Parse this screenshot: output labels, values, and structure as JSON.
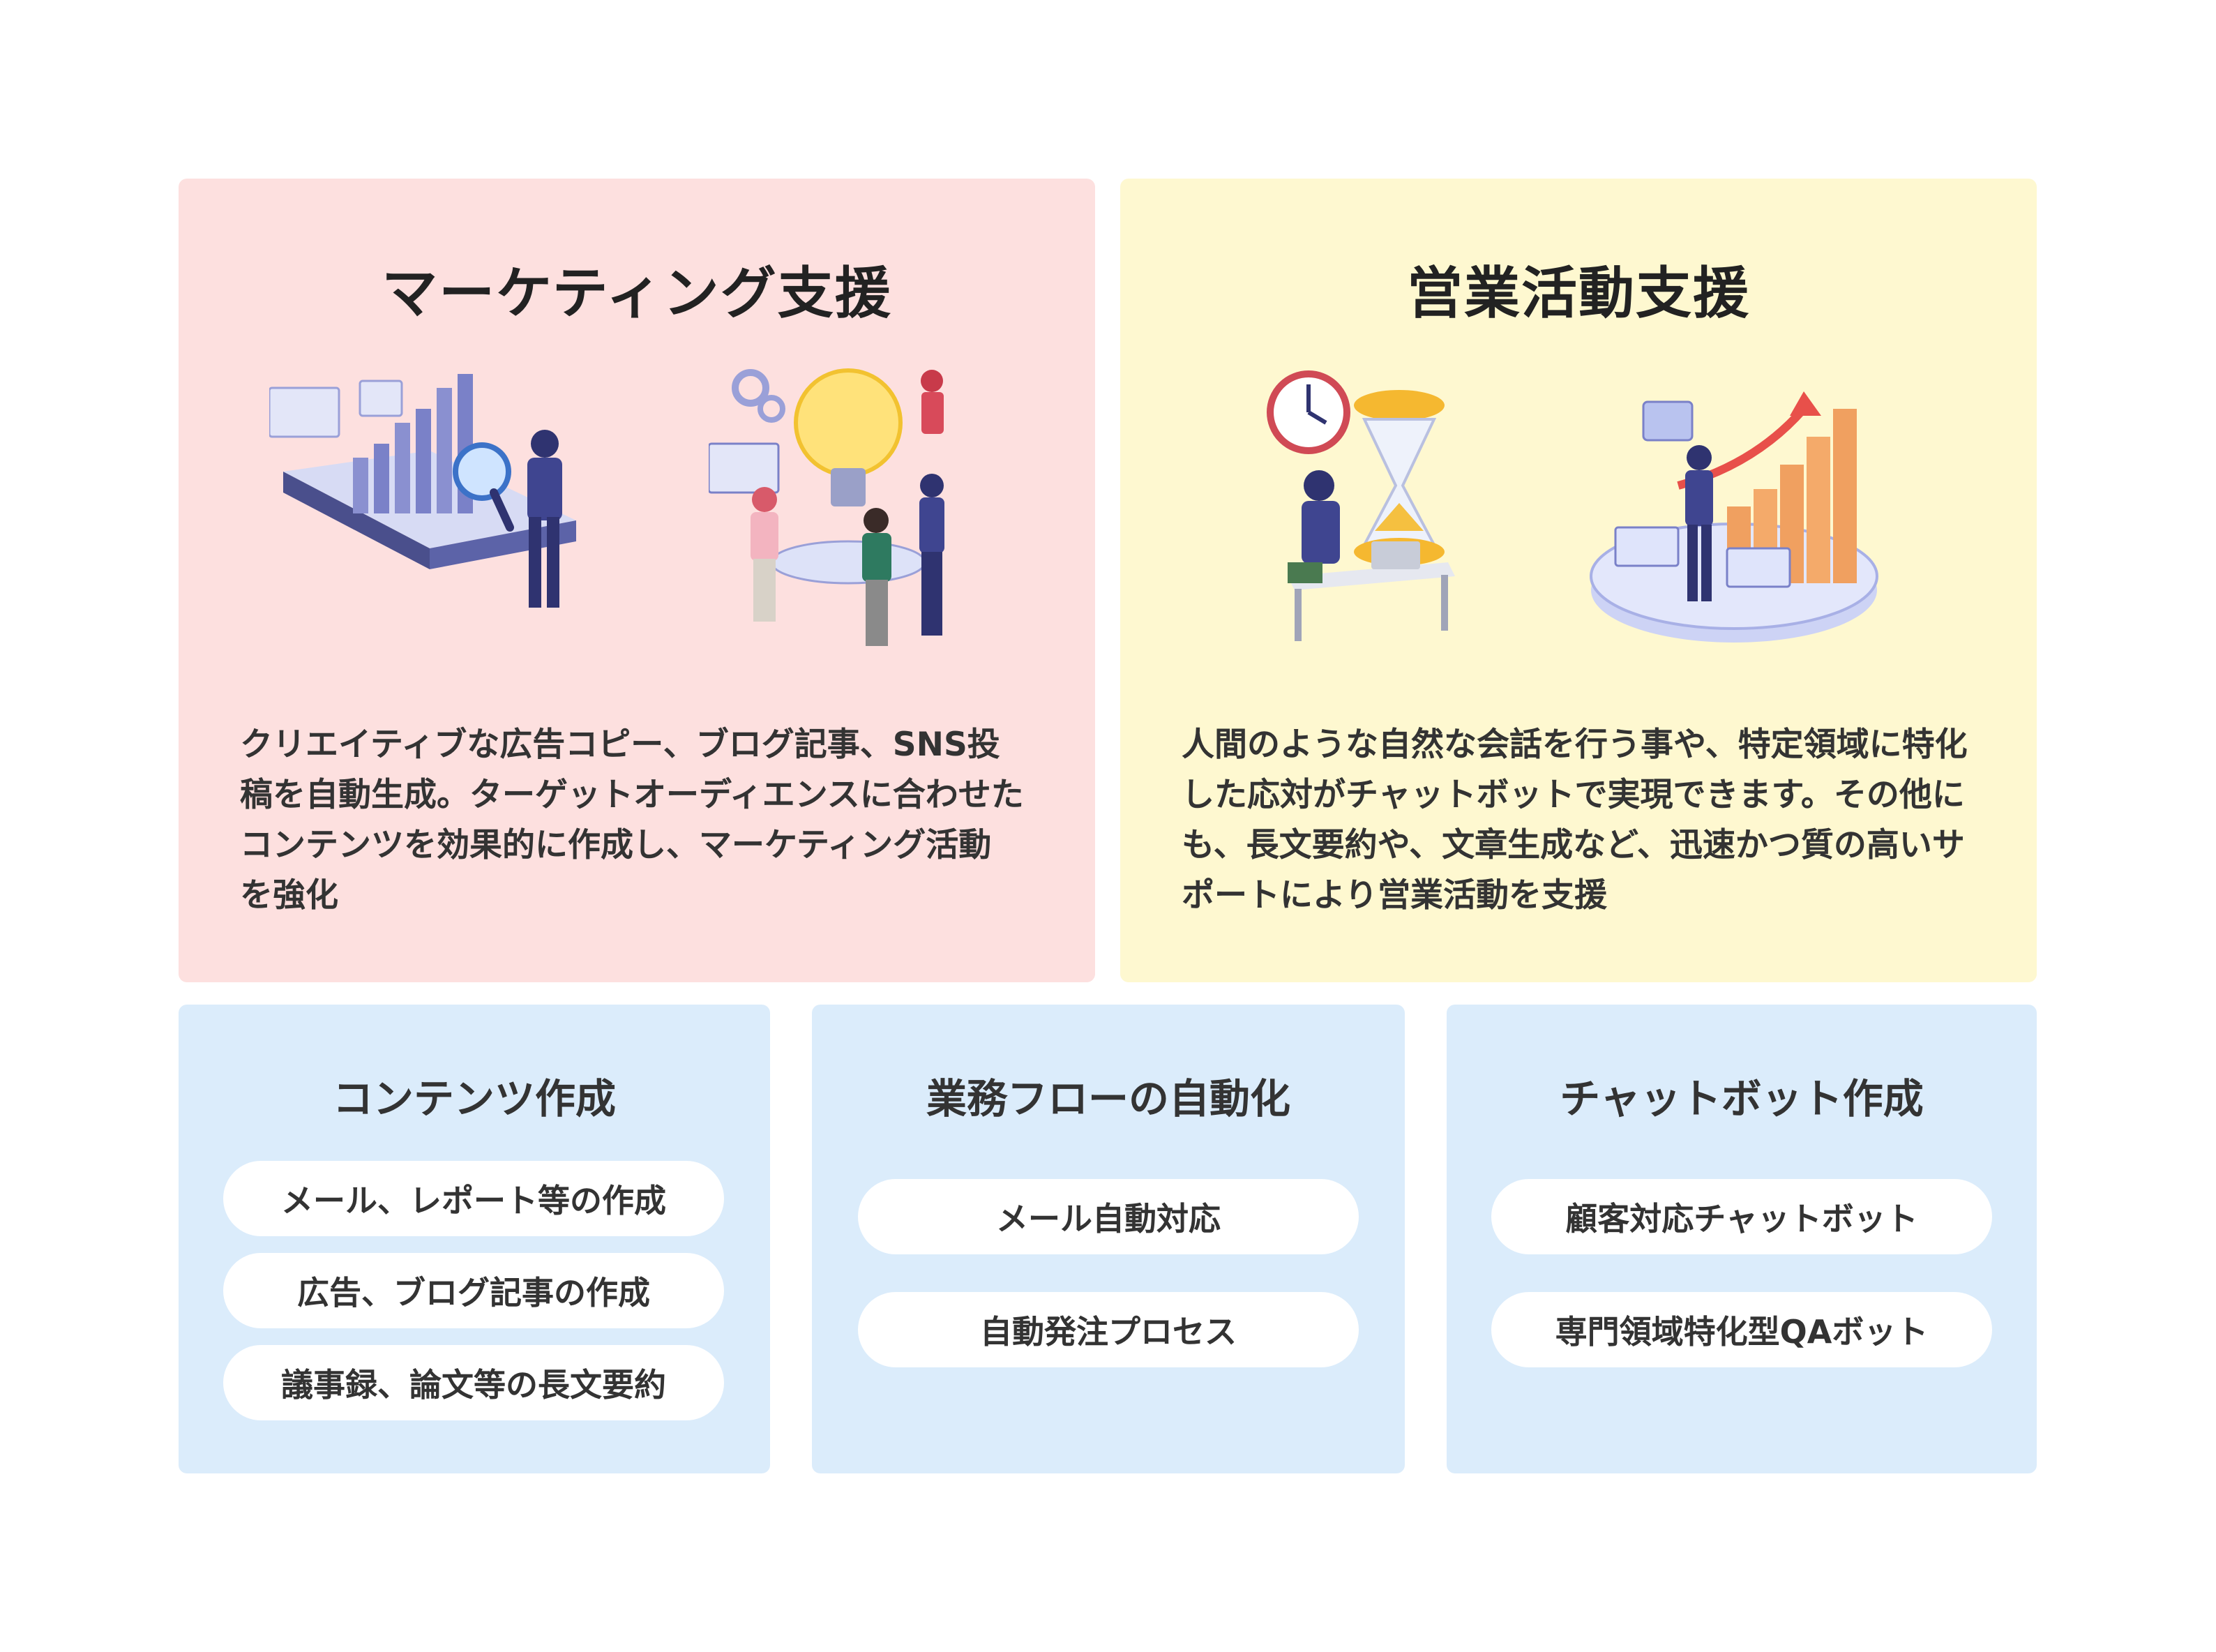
{
  "marketing": {
    "title": "マーケティング支援",
    "desc_lines": [
      "クリエイティブな広告コピー、ブログ記事、SNS投",
      "稿を自動生成。ターゲットオーディエンスに合わせた",
      "コンテンツを効果的に作成し、マーケティング活動",
      "を強化"
    ]
  },
  "sales": {
    "title": "営業活動支援",
    "desc_lines": [
      "人間のような自然な会話を行う事や、特定領域に特化",
      "した応対がチャットボットで実現できます。その他に",
      "も、長文要約や、文章生成など、迅速かつ質の高いサ",
      "ポートにより営業活動を支援"
    ]
  },
  "features": [
    {
      "title": "コンテンツ作成",
      "items": [
        "メール、レポート等の作成",
        "広告、ブログ記事の作成",
        "議事録、論文等の長文要約"
      ]
    },
    {
      "title": "業務フローの自動化",
      "items": [
        "メール自動対応",
        "自動発注プロセス"
      ]
    },
    {
      "title": "チャットボット作成",
      "items": [
        "顧客対応チャットボット",
        "専門領域特化型QAボット"
      ]
    }
  ],
  "colors": {
    "pink": "#fde0df",
    "yellow": "#fef8d0",
    "blue": "#dbecfb",
    "accent_orange": "#f0a060",
    "accent_navy": "#4a4f8c"
  }
}
